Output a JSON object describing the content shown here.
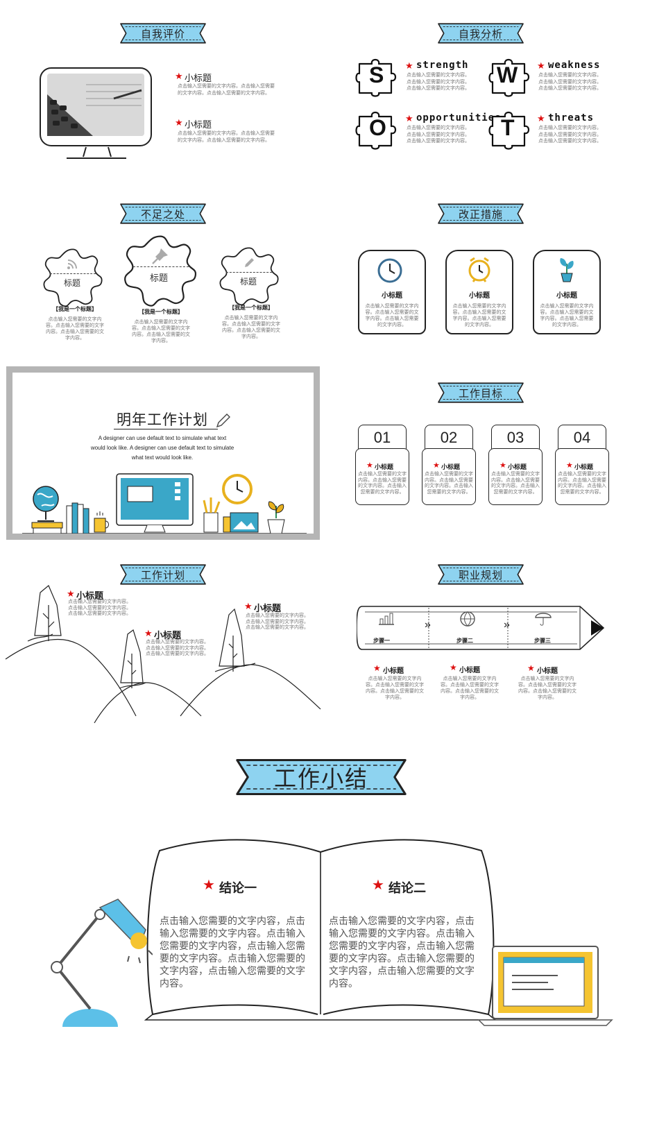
{
  "colors": {
    "accent": "#8ed3f0",
    "star": "#d8262b",
    "outline": "#222222",
    "panel_border": "#b5b5b5",
    "laptop_yellow": "#f5c431",
    "lamp_blue": "#5cc0e8"
  },
  "s1": {
    "title": "自我评价",
    "items": [
      {
        "title": "小标题",
        "body": "点击输入您需要的文字内容。点击输入您需要的文字内容。点击输入您需要的文字内容。"
      },
      {
        "title": "小标题",
        "body": "点击输入您需要的文字内容。点击输入您需要的文字内容。点击输入您需要的文字内容。"
      }
    ],
    "image_icon": "calculator-photo"
  },
  "s2": {
    "title": "自我分析",
    "items": [
      {
        "letter": "S",
        "title": "strength",
        "body": "点击输入您需要的文字内容。点击输入您需要的文字内容。点击输入您需要的文字内容。"
      },
      {
        "letter": "W",
        "title": "weakness",
        "body": "点击输入您需要的文字内容。点击输入您需要的文字内容。点击输入您需要的文字内容。"
      },
      {
        "letter": "O",
        "title": "opportunities",
        "body": "点击输入您需要的文字内容。点击输入您需要的文字内容。点击输入您需要的文字内容。"
      },
      {
        "letter": "T",
        "title": "threats",
        "body": "点击输入您需要的文字内容。点击输入您需要的文字内容。点击输入您需要的文字内容。"
      }
    ]
  },
  "s3": {
    "title": "不足之处",
    "items": [
      {
        "icon": "rss-icon",
        "gear_label": "标题",
        "title": "【我是一个标题】",
        "body": "点击输入您需要的文字内容。点击输入您需要的文字内容。点击输入您需要的文字内容。"
      },
      {
        "icon": "pin-icon",
        "gear_label": "标题",
        "title": "【我是一个标题】",
        "body": "点击输入您需要的文字内容。点击输入您需要的文字内容。点击输入您需要的文字内容。"
      },
      {
        "icon": "pencil-icon",
        "gear_label": "标题",
        "title": "【我是一个标题】",
        "body": "点击输入您需要的文字内容。点击输入您需要的文字内容。点击输入您需要的文字内容。"
      }
    ]
  },
  "s4": {
    "title": "改正措施",
    "items": [
      {
        "icon": "clock-icon",
        "title": "小标题",
        "body": "点击输入您需要的文字内容。点击输入您需要的文字内容。点击输入您需要的文字内容。"
      },
      {
        "icon": "alarm-clock-icon",
        "title": "小标题",
        "body": "点击输入您需要的文字内容。点击输入您需要的文字内容。点击输入您需要的文字内容。"
      },
      {
        "icon": "plant-icon",
        "title": "小标题",
        "body": "点击输入您需要的文字内容。点击输入您需要的文字内容。点击输入您需要的文字内容。"
      }
    ]
  },
  "s5": {
    "title": "明年工作计划",
    "desc": [
      "A designer can use default text to simulate what text",
      "would look like. A designer can use default text to simulate",
      "what text would look like."
    ]
  },
  "s6": {
    "title": "工作目标",
    "items": [
      {
        "num": "01",
        "title": "小标题",
        "body": "点击输入您需要的文字内容。点击输入您需要的文字内容。点击输入您需要的文字内容。"
      },
      {
        "num": "02",
        "title": "小标题",
        "body": "点击输入您需要的文字内容。点击输入您需要的文字内容。点击输入您需要的文字内容。"
      },
      {
        "num": "03",
        "title": "小标题",
        "body": "点击输入您需要的文字内容。点击输入您需要的文字内容。点击输入您需要的文字内容。"
      },
      {
        "num": "04",
        "title": "小标题",
        "body": "点击输入您需要的文字内容。点击输入您需要的文字内容。点击输入您需要的文字内容。"
      }
    ]
  },
  "s7": {
    "title": "工作计划",
    "items": [
      {
        "title": "小标题",
        "body": "点击输入您需要的文字内容。点击输入您需要的文字内容。点击输入您需要的文字内容。"
      },
      {
        "title": "小标题",
        "body": "点击输入您需要的文字内容。点击输入您需要的文字内容。点击输入您需要的文字内容。"
      },
      {
        "title": "小标题",
        "body": "点击输入您需要的文字内容。点击输入您需要的文字内容。点击输入您需要的文字内容。"
      }
    ]
  },
  "s8": {
    "title": "职业规划",
    "steps": [
      "步骤一",
      "步骤二",
      "步骤三"
    ],
    "arrow": "»",
    "items": [
      {
        "title": "小标题",
        "body": "点击输入您需要的文字内容。点击输入您需要的文字内容。点击输入您需要的文字内容。"
      },
      {
        "title": "小标题",
        "body": "点击输入您需要的文字内容。点击输入您需要的文字内容。点击输入您需要的文字内容。"
      },
      {
        "title": "小标题",
        "body": "点击输入您需要的文字内容。点击输入您需要的文字内容。点击输入您需要的文字内容。"
      }
    ]
  },
  "s9": {
    "title": "工作小结",
    "items": [
      {
        "title": "结论一",
        "body": "点击输入您需要的文字内容，点击输入您需要的文字内容。点击输入您需要的文字内容，点击输入您需要的文字内容。点击输入您需要的文字内容，点击输入您需要的文字内容。"
      },
      {
        "title": "结论二",
        "body": "点击输入您需要的文字内容，点击输入您需要的文字内容。点击输入您需要的文字内容，点击输入您需要的文字内容。点击输入您需要的文字内容，点击输入您需要的文字内容。"
      }
    ]
  }
}
